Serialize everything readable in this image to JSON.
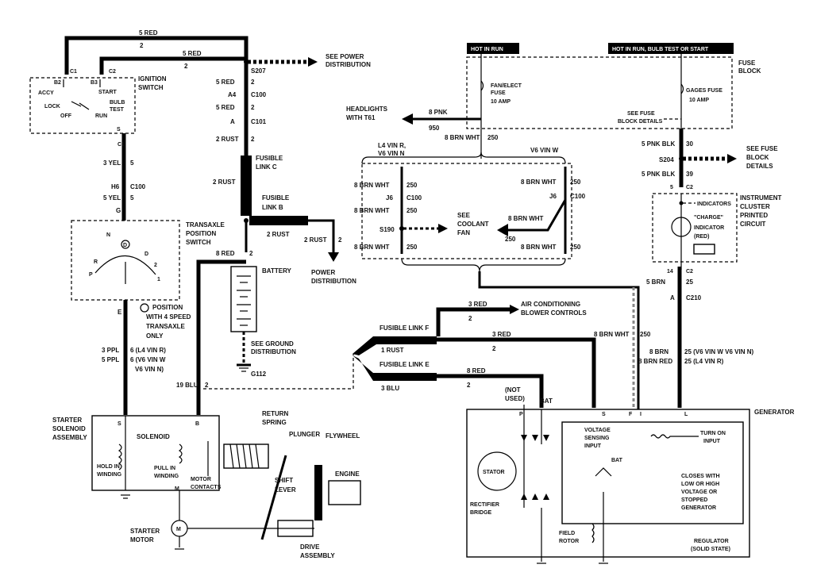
{
  "headers": {
    "hot_in_run": "HOT IN RUN",
    "hot_in_run_bulb": "HOT IN RUN, BULB TEST OR START"
  },
  "fuse_block": {
    "label_1": "FUSE",
    "label_2": "BLOCK",
    "fan_fuse_1": "FAN/ELECT",
    "fan_fuse_2": "FUSE",
    "fan_amp": "10 AMP",
    "gages_fuse": "GAGES FUSE",
    "gages_amp": "10 AMP",
    "see_fuse_1": "SEE FUSE",
    "see_fuse_2": "BLOCK DETAILS"
  },
  "ignition": {
    "c1": "C1",
    "c2": "C2",
    "b2": "B2",
    "b3": "B3",
    "accy": "ACCY",
    "lock": "LOCK",
    "off": "OFF",
    "run": "RUN",
    "start": "START",
    "bulb": "BULB",
    "test": "TEST",
    "s": "S",
    "title_1": "IGNITION",
    "title_2": "SWITCH"
  },
  "top_wires": {
    "red5_a": "5 RED",
    "two_a": "2",
    "red5_b": "5 RED",
    "two_b": "2",
    "see_power_1": "SEE POWER",
    "see_power_2": "DISTRIBUTION",
    "s207": "S207"
  },
  "left_column": {
    "red5_c": "5 RED",
    "two_c": "2",
    "a4": "A4",
    "c100": "C100",
    "red5_d": "5 RED",
    "two_d": "2",
    "a": "A",
    "c101": "C101",
    "rust2_a": "2 RUST",
    "two_e": "2",
    "fusible_c_1": "FUSIBLE",
    "fusible_c_2": "LINK C",
    "rust2_b": "2 RUST",
    "fusible_b_1": "FUSIBLE",
    "fusible_b_2": "LINK B",
    "rust2_c": "2 RUST",
    "rust2_d": "2 RUST",
    "two_f": "2",
    "power_1": "POWER",
    "power_2": "DISTRIBUTION",
    "red8": "8 RED",
    "two_g": "2",
    "battery": "BATTERY",
    "ground_1": "SEE GROUND",
    "ground_2": "DISTRIBUTION",
    "g112": "G112",
    "blu19": "19 BLU",
    "two_h": "2"
  },
  "transaxle": {
    "c1": "C1",
    "yel3": "3 YEL",
    "five_a": "5",
    "h6": "H6",
    "c100": "C100",
    "yel5": "5 YEL",
    "five_b": "5",
    "g": "G",
    "title_1": "TRANSAXLE",
    "title_2": "POSITION",
    "title_3": "SWITCH",
    "n": "N",
    "d_circ": "D",
    "r": "R",
    "d": "D",
    "p": "P",
    "two": "2",
    "one": "1",
    "e": "E",
    "note_1": "POSITION",
    "note_2": "WITH 4 SPEED",
    "note_3": "TRANSAXLE",
    "note_4": "ONLY",
    "ppl3": "3 PPL",
    "ppl5": "5 PPL",
    "six_a": "6 (L4 VIN R)",
    "six_b": "6 (V6 VIN W",
    "v6n": "V6 VIN N)"
  },
  "starter": {
    "title_1": "STARTER",
    "title_2": "SOLENOID",
    "title_3": "ASSEMBLY",
    "s": "S",
    "b": "B",
    "solenoid": "SOLENOID",
    "hold_1": "HOLD IN",
    "hold_2": "WINDING",
    "pull_1": "PULL IN",
    "pull_2": "WINDING",
    "motor_c_1": "MOTOR",
    "motor_c_2": "CONTACTS",
    "m": "M",
    "return_1": "RETURN",
    "return_2": "SPRING",
    "plunger": "PLUNGER",
    "flywheel": "FLYWHEEL",
    "engine": "ENGINE",
    "shift_1": "SHIFT",
    "shift_2": "LEVER",
    "motor_1": "STARTER",
    "motor_2": "MOTOR",
    "motor_sym": "M",
    "drive_1": "DRIVE",
    "drive_2": "ASSEMBLY"
  },
  "middle": {
    "headlights_1": "HEADLIGHTS",
    "headlights_2": "WITH T61",
    "pnk8": "8 PNK",
    "n950": "950",
    "brnwht_top": "8 BRN WHT",
    "n250_top": "250",
    "l4_1": "L4 VIN R,",
    "l4_2": "V6 VIN N",
    "v6w": "V6 VIN W",
    "brnwht_l1": "8 BRN WHT",
    "n250_l1": "250",
    "j6_l": "J6",
    "c100_l": "C100",
    "brnwht_l2": "8 BRN WHT",
    "n250_l2": "250",
    "s190": "S190",
    "brnwht_l3": "8 BRN WHT",
    "n250_l3": "250",
    "brnwht_r1": "8 BRN WHT",
    "n250_r1": "250",
    "j6_r": "J6",
    "c100_r": "C100",
    "brnwht_r2": "8 BRN WHT",
    "n250_r2": "250",
    "brnwht_r3": "8 BRN WHT",
    "n250_r3": "250",
    "coolant_1": "SEE",
    "coolant_2": "COOLANT",
    "coolant_3": "FAN"
  },
  "lower_mid": {
    "red3": "3 RED",
    "two_a": "2",
    "ac_1": "AIR CONDITIONING",
    "ac_2": "BLOWER CONTROLS",
    "fusible_f": "FUSIBLE LINK F",
    "red3_b": "3 RED",
    "two_b": "2",
    "rust1": "1 RUST",
    "fusible_e": "FUSIBLE LINK E",
    "red8": "8 RED",
    "two_c": "2",
    "blu3": "3 BLU",
    "brnwht": "8 BRN WHT",
    "n250": "250"
  },
  "right_column": {
    "pnkblk5_a": "5 PNK BLK",
    "n30": "30",
    "s204": "S204",
    "see_fuse_1": "SEE FUSE",
    "see_fuse_2": "BLOCK",
    "see_fuse_3": "DETAILS",
    "pnkblk5_b": "5 PNK BLK",
    "n39": "39",
    "five": "5",
    "c2_top": "C2",
    "indicators": "INDICATORS",
    "charge_1": "\"CHARGE\"",
    "charge_2": "INDICATOR",
    "red": "(RED)",
    "cluster_1": "INSTRUMENT",
    "cluster_2": "CLUSTER",
    "cluster_3": "PRINTED",
    "cluster_4": "CIRCUIT",
    "fourteen": "14",
    "c2_bot": "C2",
    "brn5": "5 BRN",
    "n25": "25",
    "a": "A",
    "c210": "C210",
    "brnwht8": "8 BRN",
    "n25_v6": "25 (V6 VIN W  V6 VIN N)",
    "brnred8": "8 BRN RED",
    "n25_l4": "25 (L4 VIN R)"
  },
  "generator": {
    "title": "GENERATOR",
    "not_used_1": "(NOT",
    "not_used_2": "USED)",
    "bat_top": "BAT",
    "p": "P",
    "s": "S",
    "f": "F",
    "i": "I",
    "l": "L",
    "voltage_1": "VOLTAGE",
    "voltage_2": "SENSING",
    "voltage_3": "INPUT",
    "turn_1": "TURN ON",
    "turn_2": "INPUT",
    "bat": "BAT",
    "stator": "STATOR",
    "closes_1": "CLOSES WITH",
    "closes_2": "LOW OR HIGH",
    "closes_3": "VOLTAGE OR",
    "closes_4": "STOPPED",
    "closes_5": "GENERATOR",
    "rectifier_1": "RECTIFIER",
    "rectifier_2": "BRIDGE",
    "field_1": "FIELD",
    "field_2": "ROTOR",
    "regulator_1": "REGULATOR",
    "regulator_2": "(SOLID STATE)"
  }
}
